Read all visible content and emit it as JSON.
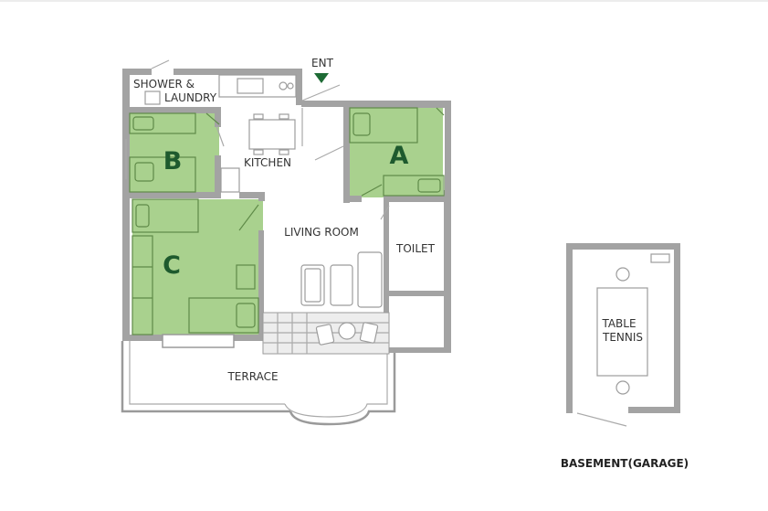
{
  "labels": {
    "entrance": "ENT",
    "shower_laundry_line1": "SHOWER &",
    "shower_laundry_line2": "LAUNDRY",
    "kitchen": "KITCHEN",
    "living_room": "LIVING ROOM",
    "toilet": "TOILET",
    "terrace": "TERRACE",
    "table_tennis_line1": "TABLE",
    "table_tennis_line2": "TENNIS",
    "basement": "BASEMENT(GARAGE)"
  },
  "bedrooms": {
    "a": "A",
    "b": "B",
    "c": "C"
  },
  "colors": {
    "bedroom_fill": "#a9d18e",
    "bedroom_letter": "#1e5a2e",
    "entrance_marker": "#1e6b35",
    "walls": "#a3a3a3"
  }
}
